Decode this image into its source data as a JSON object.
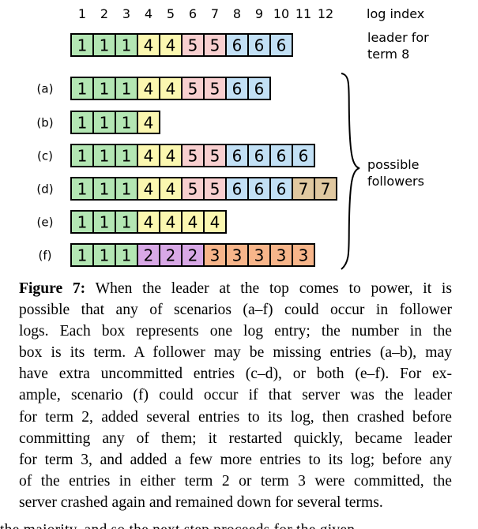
{
  "figure": {
    "index_header": [
      "1",
      "2",
      "3",
      "4",
      "5",
      "6",
      "7",
      "8",
      "9",
      "10",
      "11",
      "12"
    ],
    "index_label": "log index",
    "leader_label": [
      "leader for",
      "term 8"
    ],
    "leader_log": [
      1,
      1,
      1,
      4,
      4,
      5,
      5,
      6,
      6,
      6
    ],
    "followers": [
      {
        "label": "(a)",
        "entries": [
          1,
          1,
          1,
          4,
          4,
          5,
          5,
          6,
          6
        ]
      },
      {
        "label": "(b)",
        "entries": [
          1,
          1,
          1,
          4
        ]
      },
      {
        "label": "(c)",
        "entries": [
          1,
          1,
          1,
          4,
          4,
          5,
          5,
          6,
          6,
          6,
          6
        ]
      },
      {
        "label": "(d)",
        "entries": [
          1,
          1,
          1,
          4,
          4,
          5,
          5,
          6,
          6,
          6,
          7,
          7
        ]
      },
      {
        "label": "(e)",
        "entries": [
          1,
          1,
          1,
          4,
          4,
          4,
          4
        ]
      },
      {
        "label": "(f)",
        "entries": [
          1,
          1,
          1,
          2,
          2,
          2,
          3,
          3,
          3,
          3,
          3
        ]
      }
    ],
    "followers_label": [
      "possible",
      "followers"
    ],
    "term_colors": {
      "1": "#b3e6b3",
      "2": "#d8a8e6",
      "3": "#f7b58a",
      "4": "#fbf7b0",
      "5": "#f8cfcf",
      "6": "#c2e0f5",
      "7": "#e0c8a0"
    }
  },
  "caption": {
    "heading": "Figure 7:",
    "lines": [
      " When the leader at the top comes to power, it is",
      "possible that any of scenarios (a–f) could occur in follower",
      "logs. Each box represents one log entry; the number in the",
      "box is its term. A follower may be missing entries (a–b), may",
      "have extra uncommitted entries (c–d), or both (e–f). For ex-",
      "ample, scenario (f) could occur if that server was the leader",
      "for term 2, added several entries to its log, then crashed before",
      "committing any of them; it restarted quickly, became leader",
      "for term 3, and added a few more entries to its log; before any",
      "of the entries in either term 2 or term 3 were committed, the",
      "server crashed again and remained down for several terms."
    ]
  },
  "cutoff_text": "the majority, and so the next step proceeds for the given"
}
